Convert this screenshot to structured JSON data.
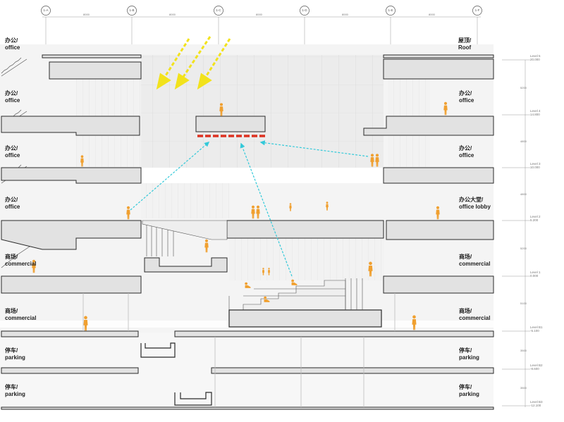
{
  "grid_axes": [
    "1-A",
    "1-B",
    "1-C",
    "1-D",
    "1-E",
    "1-F"
  ],
  "top_dimensions": [
    "8000",
    "8000",
    "8000",
    "8000",
    "8000"
  ],
  "left_labels": [
    {
      "cn": "办公/",
      "en": "office"
    },
    {
      "cn": "办公/",
      "en": "office"
    },
    {
      "cn": "办公/",
      "en": "office"
    },
    {
      "cn": "办公/",
      "en": "office"
    },
    {
      "cn": "商场/",
      "en": "commercial"
    },
    {
      "cn": "商场/",
      "en": "commercial"
    },
    {
      "cn": "停车/",
      "en": "parking"
    },
    {
      "cn": "停车/",
      "en": "parking"
    }
  ],
  "right_labels": [
    {
      "cn": "屋顶/",
      "en": "Roof"
    },
    {
      "cn": "办公/",
      "en": "office"
    },
    {
      "cn": "办公/",
      "en": "office"
    },
    {
      "cn": "办公大堂/",
      "en": "office lobby"
    },
    {
      "cn": "商场/",
      "en": "commercial"
    },
    {
      "cn": "商场/",
      "en": "commercial"
    },
    {
      "cn": "停车/",
      "en": "parking"
    },
    {
      "cn": "停车/",
      "en": "parking"
    }
  ],
  "levels": [
    {
      "name": "Level 5",
      "elev": "20.000"
    },
    {
      "name": "Level 4",
      "elev": "14.800"
    },
    {
      "name": "Level 3",
      "elev": "10.000"
    },
    {
      "name": "Level 2",
      "elev": "5.200"
    },
    {
      "name": "Level 1",
      "elev": "0.000"
    },
    {
      "name": "Level B1",
      "elev": "-5.100"
    },
    {
      "name": "Level B2",
      "elev": "-8.600"
    },
    {
      "name": "Level B3",
      "elev": "-12.100"
    }
  ],
  "level_heights": [
    "5200",
    "4800",
    "4800",
    "5200",
    "5100",
    "3500",
    "3500"
  ],
  "colors": {
    "slab_fill": "#e2e2e2",
    "slab_stroke": "#2a2a2a",
    "interior_light": "#f3f3f3",
    "glass": "#ededed",
    "person": "#f0a030",
    "sun_arrow": "#f2e21c",
    "light_path": "#33c9d9",
    "reflector": "#dd3322"
  },
  "icons": [
    "sun-ray-arrow-icon",
    "light-path-arrow-icon",
    "person-figure-icon",
    "escalator-icon",
    "stair-icon"
  ]
}
